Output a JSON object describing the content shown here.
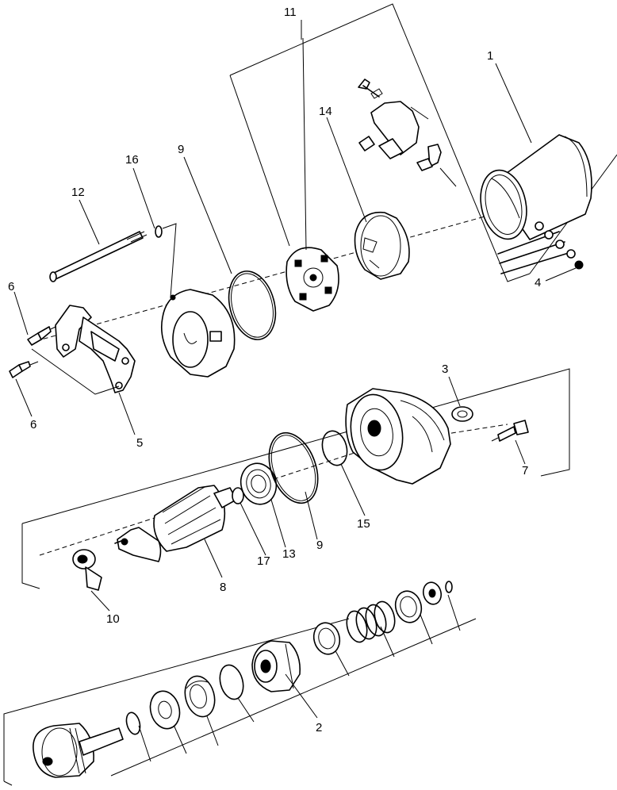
{
  "callouts": {
    "c1": "1",
    "c2": "2",
    "c3": "3",
    "c4": "4",
    "c5": "5",
    "c6a": "6",
    "c6b": "6",
    "c7": "7",
    "c8": "8",
    "c9a": "9",
    "c9b": "9",
    "c10": "10",
    "c11": "11",
    "c12": "12",
    "c13": "13",
    "c14": "14",
    "c15": "15",
    "c16": "16",
    "c17": "17"
  }
}
